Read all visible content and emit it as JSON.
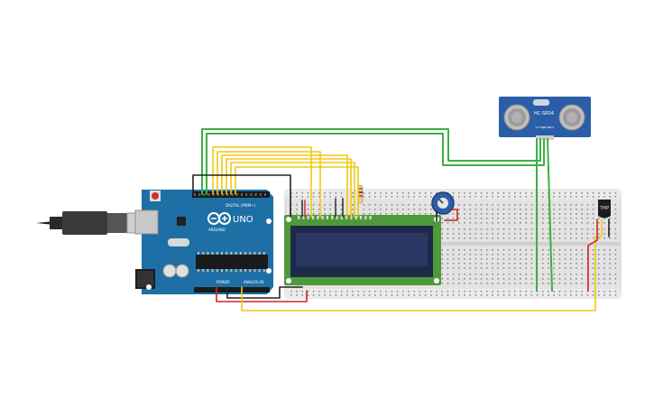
{
  "arduino": {
    "brand": "ARDUINO",
    "model": "UNO",
    "digital_label": "DIGITAL (PWM~)",
    "power_label": "POWER",
    "analog_label": "ANALOG IN"
  },
  "ultrasonic": {
    "model": "HC-SR04",
    "pins": [
      "Vcc",
      "Trig",
      "Echo",
      "Gnd"
    ]
  },
  "temp_sensor": {
    "label": "TMP"
  },
  "colors": {
    "wire_green": "#3cb043",
    "wire_yellow": "#f2c811",
    "wire_red": "#d62020",
    "wire_black": "#222222",
    "arduino_blue": "#1d6fa5",
    "lcd_green": "#4e9a3a",
    "lcd_screen": "#26305a",
    "sensor_blue": "#2a5fa8",
    "breadboard": "#e3e3e3"
  }
}
